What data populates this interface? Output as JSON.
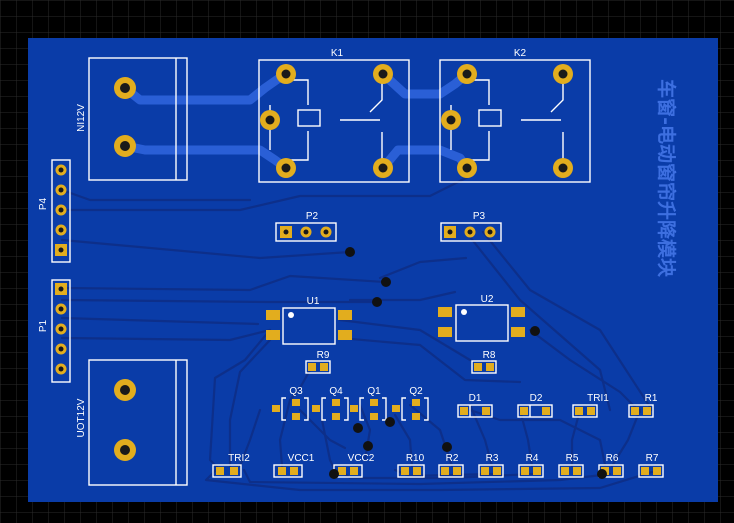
{
  "board": {
    "title": "车窗-电动窗帘升降模块",
    "colors": {
      "background": "#000000",
      "grid": "#2a2a2a",
      "board": "#0a3ca8",
      "silkscreen": "#ffffff",
      "pad": "#e2ad1e",
      "title": "#3d6fe0"
    }
  },
  "components": {
    "K1": "K1",
    "K2": "K2",
    "IN": "NI12V",
    "OUT": "UOT12V",
    "P1": "P1",
    "P2": "P2",
    "P3": "P3",
    "P4": "P4",
    "U1": "U1",
    "U2": "U2",
    "R9": "R9",
    "R8": "R8",
    "Q3": "Q3",
    "Q4": "Q4",
    "Q1": "Q1",
    "Q2": "Q2",
    "D1": "D1",
    "D2": "D2",
    "TRI1": "TRI1",
    "R1": "R1",
    "TRI2": "TRI2",
    "VCC1": "VCC1",
    "VCC2": "VCC2",
    "R10": "R10",
    "R2": "R2",
    "R3": "R3",
    "R4": "R4",
    "R5": "R5",
    "R6": "R6",
    "R7": "R7"
  }
}
